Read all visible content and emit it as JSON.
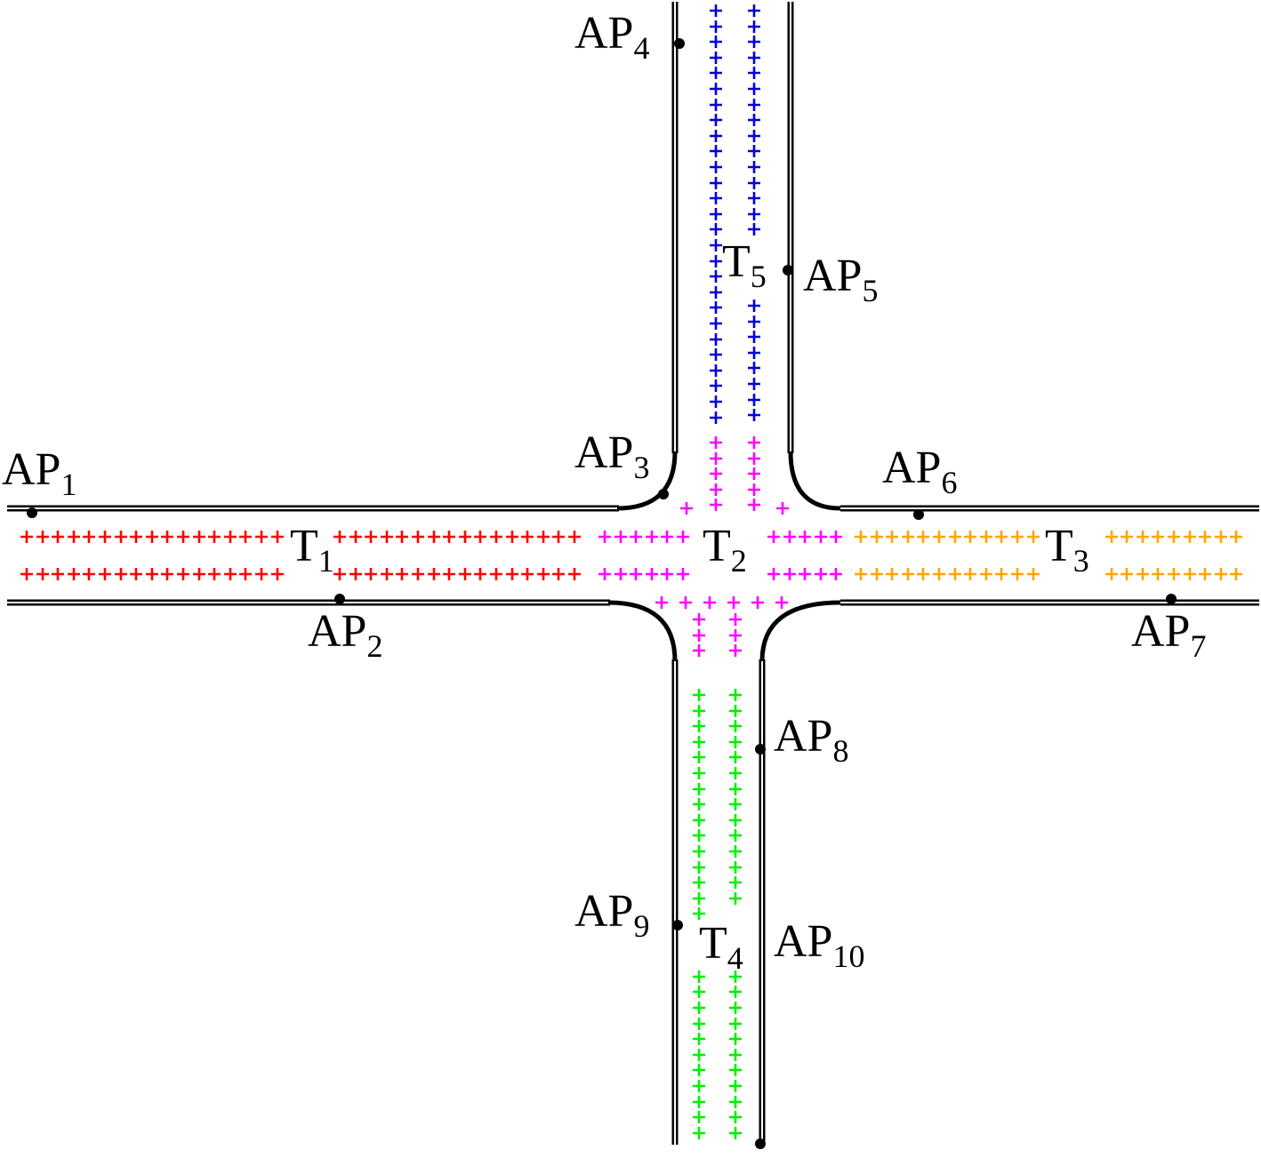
{
  "colors": {
    "wall": "#000000",
    "segment_T1": "#ff0000",
    "segment_T2": "#ff00ff",
    "segment_T3": "#ffa500",
    "segment_T4": "#00ee00",
    "segment_T5": "#0000dd"
  },
  "access_points": [
    {
      "id": "ap1",
      "label": "AP",
      "sub": "1"
    },
    {
      "id": "ap2",
      "label": "AP",
      "sub": "2"
    },
    {
      "id": "ap3",
      "label": "AP",
      "sub": "3"
    },
    {
      "id": "ap4",
      "label": "AP",
      "sub": "4"
    },
    {
      "id": "ap5",
      "label": "AP",
      "sub": "5"
    },
    {
      "id": "ap6",
      "label": "AP",
      "sub": "6"
    },
    {
      "id": "ap7",
      "label": "AP",
      "sub": "7"
    },
    {
      "id": "ap8",
      "label": "AP",
      "sub": "8"
    },
    {
      "id": "ap9",
      "label": "AP",
      "sub": "9"
    },
    {
      "id": "ap10",
      "label": "AP",
      "sub": "10"
    }
  ],
  "segments": [
    {
      "id": "t1",
      "label": "T",
      "sub": "1"
    },
    {
      "id": "t2",
      "label": "T",
      "sub": "2"
    },
    {
      "id": "t3",
      "label": "T",
      "sub": "3"
    },
    {
      "id": "t4",
      "label": "T",
      "sub": "4"
    },
    {
      "id": "t5",
      "label": "T",
      "sub": "5"
    }
  ]
}
